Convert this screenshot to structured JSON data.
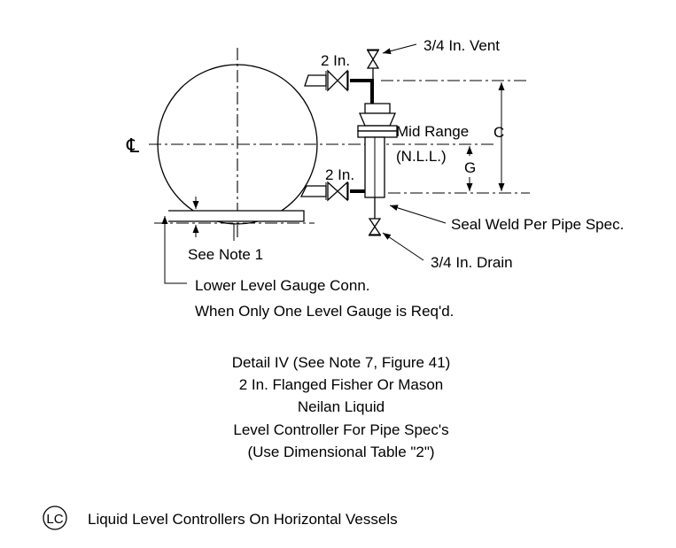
{
  "labels": {
    "vent": "3/4 In. Vent",
    "upper_conn": "2 In.",
    "lower_conn": "2 In.",
    "mid_range": "Mid Range",
    "nll": "(N.L.L.)",
    "dim_c": "C",
    "dim_g": "G",
    "seal_weld": "Seal Weld Per Pipe Spec.",
    "drain": "3/4 In. Drain",
    "see_note": "See Note 1",
    "lower_gauge_1": "Lower Level Gauge Conn.",
    "lower_gauge_2": "When Only One Level Gauge is Req'd.",
    "centerline": "℄"
  },
  "detail": {
    "line1": "Detail IV (See Note 7, Figure 41)",
    "line2": "2 In. Flanged Fisher Or Mason",
    "line3": "Neilan Liquid",
    "line4": "Level Controller For Pipe Spec's",
    "line5": "(Use Dimensional Table \"2\")"
  },
  "caption": {
    "badge": "LC",
    "text": "Liquid Level Controllers On Horizontal Vessels"
  }
}
